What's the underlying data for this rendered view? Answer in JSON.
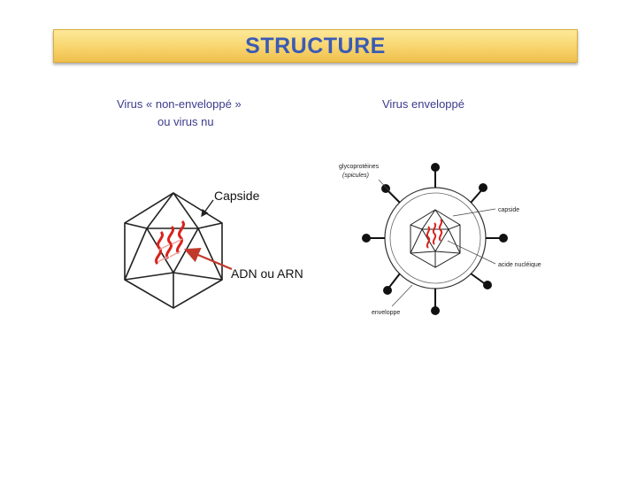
{
  "title": "STRUCTURE",
  "left_panel": {
    "heading_line1": "Virus « non-enveloppé »",
    "heading_line2": "ou virus nu",
    "labels": {
      "capsid": "Capside",
      "nucleic": "ADN ou ARN"
    }
  },
  "right_panel": {
    "heading": "Virus enveloppé",
    "labels": {
      "glycoproteins": "glycoprotéines",
      "spicules": "(spicules)",
      "capsid": "capside",
      "nucleic_acid": "acide nucléique",
      "envelope": "enveloppe"
    }
  },
  "colors": {
    "title_text": "#3a5bb5",
    "heading_text": "#3b3b8c",
    "genome_red": "#d9231c",
    "arrow_red": "#c0392b"
  }
}
